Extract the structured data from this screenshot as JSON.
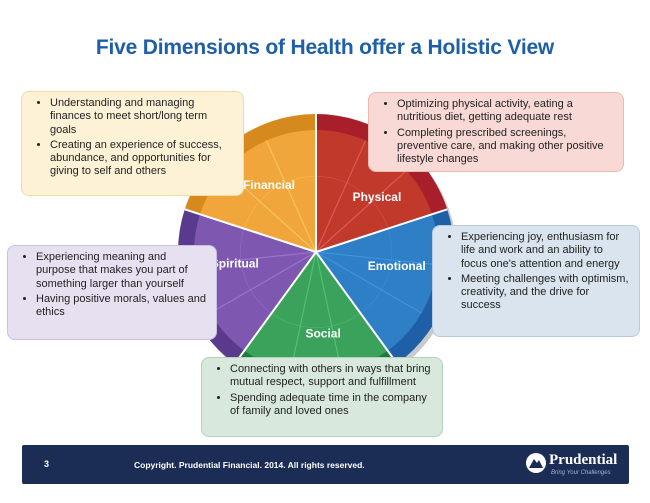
{
  "title": "Five Dimensions of Health offer a Holistic View",
  "dimensions": [
    {
      "name": "Physical",
      "color": "#c0392b",
      "light": "#e25757",
      "rim": "#a81e2a",
      "start": 0,
      "end": 72,
      "label_angle": 48
    },
    {
      "name": "Emotional",
      "color": "#2e7fc6",
      "light": "#3e93db",
      "rim": "#1f5fa8",
      "start": 72,
      "end": 144,
      "label_angle": 100
    },
    {
      "name": "Social",
      "color": "#3aa25a",
      "light": "#52c174",
      "rim": "#1e7a3e",
      "start": 144,
      "end": 216,
      "label_angle": 175
    },
    {
      "name": "Spiritual",
      "color": "#7d57b0",
      "light": "#9a74cc",
      "rim": "#5a3a8c",
      "start": 216,
      "end": 288,
      "label_angle": 262
    },
    {
      "name": "Financial",
      "color": "#f0a63a",
      "light": "#f7c25d",
      "rim": "#d6891c",
      "start": 288,
      "end": 360,
      "label_angle": 325
    }
  ],
  "boxes": {
    "financial": [
      "Understanding and managing finances to meet short/long term goals",
      "Creating an experience of success, abundance, and opportunities for giving to self and others"
    ],
    "physical": [
      "Optimizing physical activity, eating a nutritious diet, getting adequate rest",
      "Completing prescribed screenings, preventive care, and making other positive lifestyle changes"
    ],
    "emotional": [
      "Experiencing joy, enthusiasm for life and work and an ability to focus one's attention and energy",
      "Meeting challenges with optimism, creativity, and the drive for success"
    ],
    "spiritual": [
      "Experiencing meaning and purpose that makes you part of something larger than yourself",
      "Having positive morals, values and ethics"
    ],
    "social": [
      "Connecting with others in ways that bring mutual respect, support and fulfillment",
      "Spending adequate time in the company of family and loved ones"
    ]
  },
  "footer": {
    "page_number": "3",
    "copyright": "Copyright. Prudential Financial. 2014. All rights reserved.",
    "brand": "Prudential",
    "tagline": "Bring Your Challenges"
  }
}
